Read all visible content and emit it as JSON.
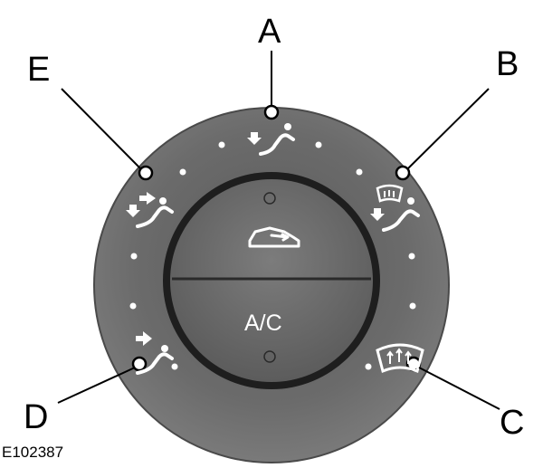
{
  "callouts": {
    "a": "A",
    "b": "B",
    "c": "C",
    "d": "D",
    "e": "E"
  },
  "center_button": {
    "lower_label": "A/C",
    "upper_icon": "recirculation-car-icon"
  },
  "figure_code": "E102387",
  "dial_icons": {
    "a": "face-vent-airflow-icon",
    "b": "windscreen-and-feet-airflow-icon",
    "c": "windscreen-defrost-icon",
    "d": "face-airflow-icon",
    "e": "face-and-feet-airflow-icon"
  },
  "colors": {
    "dial_outer": "#6d6d6d",
    "dial_inner": "#5e5e5e",
    "button": "#717171",
    "icon": "#ffffff"
  }
}
